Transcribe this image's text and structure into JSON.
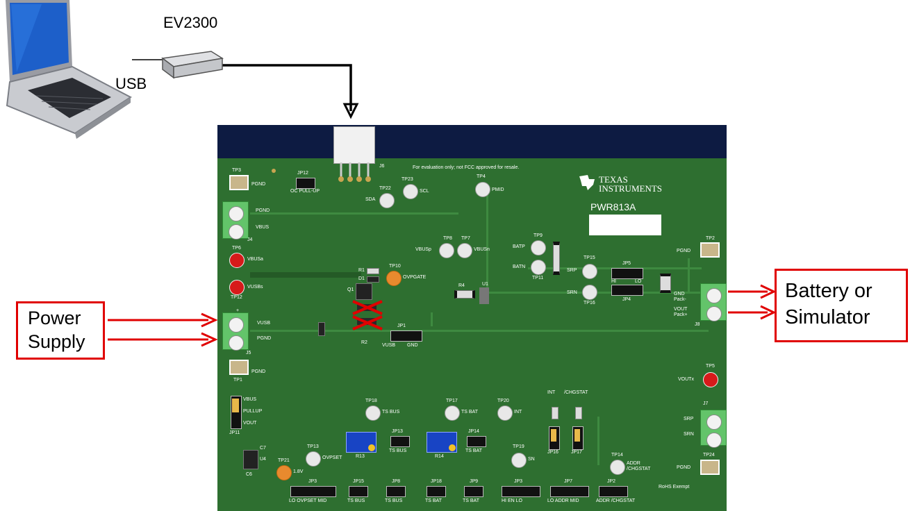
{
  "diagram": {
    "ev2300_label": "EV2300",
    "usb_label": "USB",
    "power_supply_label": "Power\nSupply",
    "battery_label": "Battery or\nSimulator",
    "brand_texas": "Texas",
    "brand_instruments": "Instruments",
    "board_name": "PWR813A",
    "board_notice": "For evaluation only; not FCC approved for resale.",
    "rohs": "RoHS Exempt",
    "colors": {
      "pcb": "#2e6f30",
      "pcb_top": "#0d1b42",
      "arrow_red": "#e00000",
      "terminal": "#63c46a"
    }
  },
  "silk": {
    "tp3": "TP3",
    "pgnd_tl": "PGND",
    "jp12": "JP12",
    "oc_pullup": "OC PULL-UP",
    "j6": "J6",
    "tp22": "TP22",
    "sda": "SDA",
    "tp23": "TP23",
    "scl": "SCL",
    "tp4": "TP4",
    "pmid": "PMID",
    "j4_pgnd": "PGND",
    "j4_vbus": "VBUS",
    "j4": "J4",
    "tp6": "TP6",
    "vbusa": "VBUSa",
    "tp12": "TP12",
    "vusbs": "VUSBs",
    "r1": "R1",
    "d1": "D1",
    "q1": "Q1",
    "tp10": "TP10",
    "ovpgate": "OVPGATE",
    "j5_vusb": "VUSB",
    "j5_pgnd": "PGND",
    "j5": "J5",
    "r2": "R2",
    "jp1": "JP1",
    "jp1_vusb": "VUSB",
    "jp1_gnd": "GND",
    "tp8": "TP8",
    "vbusp": "VBUSp",
    "tp7": "TP7",
    "vbusn": "VBUSn",
    "r4": "R4",
    "u1": "U1",
    "tp9": "TP9",
    "batp": "BATP",
    "batn": "BATN",
    "tp11": "TP11",
    "tp15": "TP15",
    "srp": "SRP",
    "srn": "SRN",
    "tp16": "TP16",
    "jp5": "JP5",
    "jp5_hi": "HI",
    "jp5_lo": "LO",
    "jp4": "JP4",
    "tp2": "TP2",
    "pgnd_r": "PGND",
    "gnd_pack": "GND\nPack-",
    "vout_pack": "VOUT\nPack+",
    "j8": "J8",
    "tp1": "TP1",
    "pgnd_l": "PGND",
    "tp5": "TP5",
    "voutx": "VOUTx",
    "vbus": "VBUS",
    "pullup": "PULLUP",
    "vout": "VOUT",
    "jp11": "JP11",
    "tp18": "TP18",
    "ts_bus": "TS BUS",
    "tp17": "TP17",
    "ts_bat": "TS BAT",
    "tp20": "TP20",
    "int": "INT",
    "int_top": "INT",
    "chgstat_top": "/CHGSTAT",
    "j7": "J7",
    "j7_srp": "SRP",
    "j7_srn": "SRN",
    "r13": "R13",
    "jp13": "JP13",
    "jp13_lbl": "TS BUS",
    "r14": "R14",
    "jp14": "JP14",
    "jp14_lbl": "TS BAT",
    "tp19": "TP19",
    "tp19_lbl": "SN",
    "jp16": "JP16",
    "jp17": "JP17",
    "tp14": "TP14",
    "addr_chgstat": "ADDR\n/CHGSTAT",
    "tp24": "TP24",
    "pgnd_br": "PGND",
    "tp13": "TP13",
    "ovpset": "OVPSET",
    "tp21": "TP21",
    "v18": "1.8V",
    "u4": "U4",
    "c6": "C6",
    "c7": "C7",
    "jp3": "JP3",
    "jp3_lbl": "LO  OVPSET  MID",
    "jp15": "JP15",
    "jp15_lbl": "TS BUS",
    "jp8": "JP8",
    "jp8_lbl": "TS BUS",
    "jp18": "JP18",
    "jp18_lbl": "TS BAT",
    "jp9": "JP9",
    "jp9_lbl": "TS BAT",
    "jp2b": "JP3",
    "jp2b_lbl": "HI  EN  LO",
    "jp7": "JP7",
    "jp7_lbl": "LO  ADDR  MID",
    "jp2": "JP2",
    "jp2_lbl": "ADDR  /CHGSTAT"
  }
}
